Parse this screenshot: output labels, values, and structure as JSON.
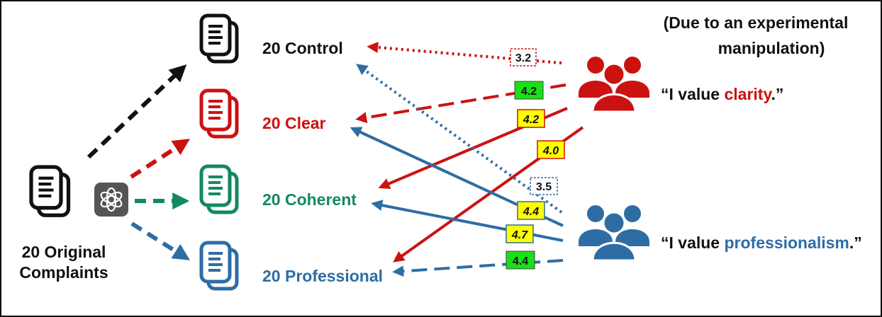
{
  "sources": {
    "original": "20 Original",
    "complaints": "Complaints"
  },
  "groups": {
    "control": "20 Control",
    "clear": "20 Clear",
    "coherent": "20 Coherent",
    "professional": "20 Professional"
  },
  "note": {
    "line1": "(Due to an experimental",
    "line2": "manipulation)"
  },
  "clarity_group": {
    "quote_open": "“I value ",
    "keyword": "clarity",
    "quote_close": ".”"
  },
  "professionalism_group": {
    "quote_open": "“I value ",
    "keyword": "professionalism",
    "quote_close": ".”"
  },
  "ratings": {
    "clarity_control": "3.2",
    "clarity_clear": "4.2",
    "clarity_coherent": "4.2",
    "clarity_professional": "4.0",
    "prof_control": "3.5",
    "prof_clear": "4.4",
    "prof_coherent": "4.7",
    "prof_professional": "4.4"
  },
  "colors": {
    "black": "#111111",
    "red": "#cc1111",
    "green": "#138a5e",
    "blue": "#2e6da4",
    "highlight_green": "#19e019",
    "highlight_yellow": "#ffff00",
    "gpt_gray": "#555555"
  },
  "icons": [
    "document-icon",
    "chatgpt-icon",
    "people-group-icon"
  ]
}
